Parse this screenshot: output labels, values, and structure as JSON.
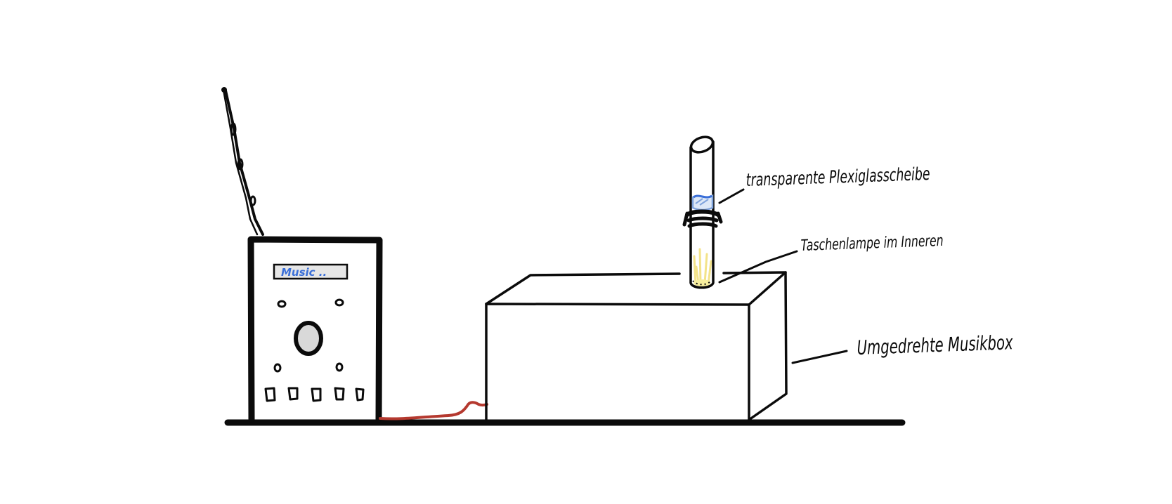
{
  "radio": {
    "display_text": "Music ..",
    "display_color": "#3a6fd8"
  },
  "labels": {
    "plexiglass": "transparente Plexiglasscheibe",
    "flashlight": "Taschenlampe im Inneren",
    "musicbox": "Umgedrehte Musikbox"
  },
  "colors": {
    "ink": "#0b0b0b",
    "cable": "#b5392f",
    "plexiglass": "#7fa3dc",
    "light": "#f3e38a",
    "knob_fill": "#d9d9d9",
    "display_fill": "#e6e6e6"
  }
}
